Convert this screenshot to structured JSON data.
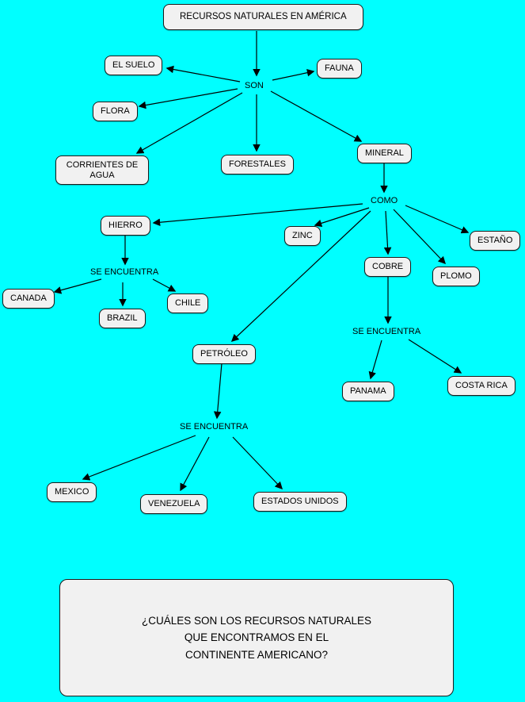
{
  "canvas": {
    "background_color": "#00ffff",
    "node_fill_color": "#f1f1f1",
    "node_border_color": "#1a1a1a"
  },
  "map": {
    "title": "RECURSOS NATURALES EN AMÉRICA",
    "link_labels": {
      "son": "SON",
      "como": "COMO",
      "se_encuentra_1": "SE ENCUENTRA",
      "se_encuentra_2": "SE ENCUENTRA",
      "se_encuentra_3": "SE ENCUENTRA"
    },
    "concepts": {
      "el_suelo": "EL SUELO",
      "fauna": "FAUNA",
      "flora": "FLORA",
      "corrientes_de_agua": "CORRIENTES DE AGUA",
      "forestales": "FORESTALES",
      "mineral": "MINERAL",
      "hierro": "HIERRO",
      "zinc": "ZINC",
      "cobre": "COBRE",
      "plomo": "PLOMO",
      "estano": "ESTAÑO",
      "petroleo": "PETRÓLEO",
      "canada": "CANADA",
      "brazil": "BRAZIL",
      "chile": "CHILE",
      "panama": "PANAMA",
      "costa_rica": "COSTA RICA",
      "mexico": "MEXICO",
      "venezuela": "VENEZUELA",
      "estados_unidos": "ESTADOS UNIDOS"
    }
  },
  "question": {
    "line1": "¿CUÁLES SON LOS RECURSOS NATURALES",
    "line2": "QUE ENCONTRAMOS EN EL",
    "line3": "CONTINENTE AMERICANO?"
  }
}
